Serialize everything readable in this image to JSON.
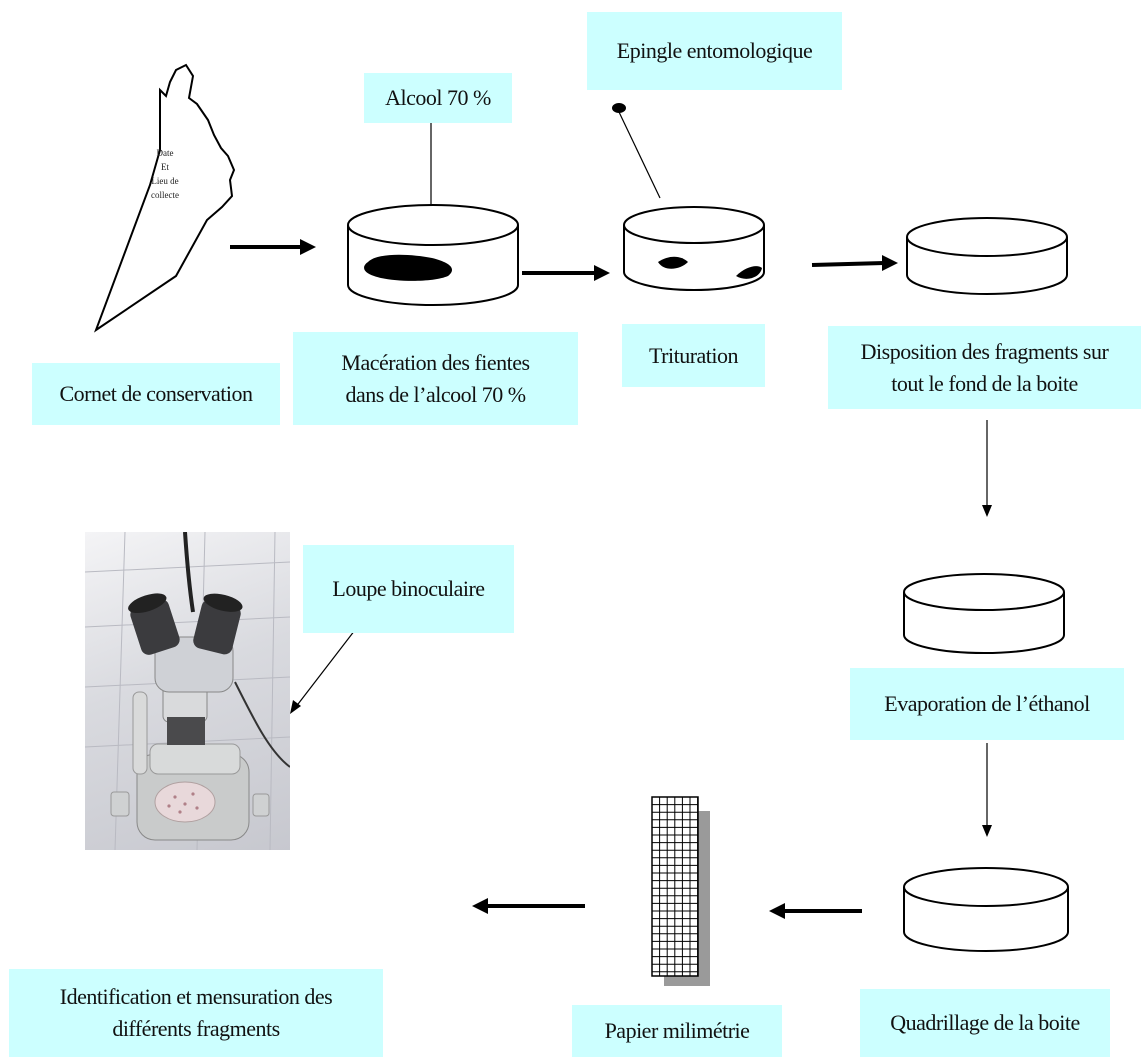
{
  "labels": {
    "cornet": "Cornet de conservation",
    "alcool": "Alcool 70 %",
    "maceration_line1": "Macération des fientes",
    "maceration_line2": "dans de l’alcool 70 %",
    "epingle": "Epingle entomologique",
    "trituration": "Trituration",
    "disposition_line1": "Disposition des fragments sur",
    "disposition_line2": "tout le fond de la boite",
    "evaporation": "Evaporation de l’éthanol",
    "quadrillage": "Quadrillage de la boite",
    "papier": "Papier milimétrie",
    "loupe": "Loupe binoculaire",
    "identification_line1": "Identification et mensuration des",
    "identification_line2": "différents fragments"
  },
  "cornet_text": [
    "Date",
    "Et",
    "Lieu de",
    "collecte"
  ],
  "colors": {
    "label_bg": "#ccffff",
    "line": "#000000"
  }
}
